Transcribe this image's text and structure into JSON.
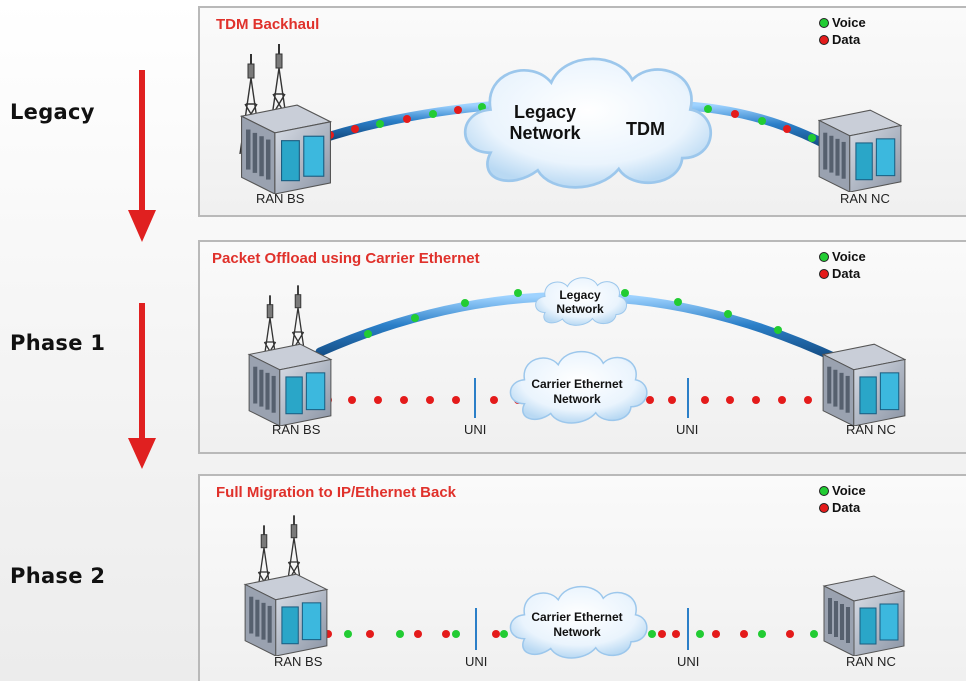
{
  "phases": [
    {
      "label": "Legacy",
      "title": "TDM Backhaul",
      "left_node": "RAN BS",
      "right_node": "RAN NC",
      "cloud_line1": "Legacy",
      "cloud_line2": "Network",
      "cloud_extra": "TDM"
    },
    {
      "label": "Phase 1",
      "title": "Packet Offload using Carrier Ethernet",
      "left_node": "RAN BS",
      "right_node": "RAN NC",
      "upper_cloud_line1": "Legacy",
      "upper_cloud_line2": "Network",
      "lower_cloud_line1": "Carrier Ethernet",
      "lower_cloud_line2": "Network",
      "uni_left": "UNI",
      "uni_right": "UNI"
    },
    {
      "label": "Phase 2",
      "title": "Full Migration to IP/Ethernet Back",
      "left_node": "RAN BS",
      "right_node": "RAN NC",
      "cloud_line1": "Carrier Ethernet",
      "cloud_line2": "Network",
      "uni_left": "UNI",
      "uni_right": "UNI"
    }
  ],
  "legend": {
    "voice": "Voice",
    "data": "Data"
  },
  "colors": {
    "voice": "#22cc33",
    "data": "#e41b1b",
    "title": "#e0312b",
    "link": "#2b7fc8",
    "arrow": "#e02020"
  }
}
